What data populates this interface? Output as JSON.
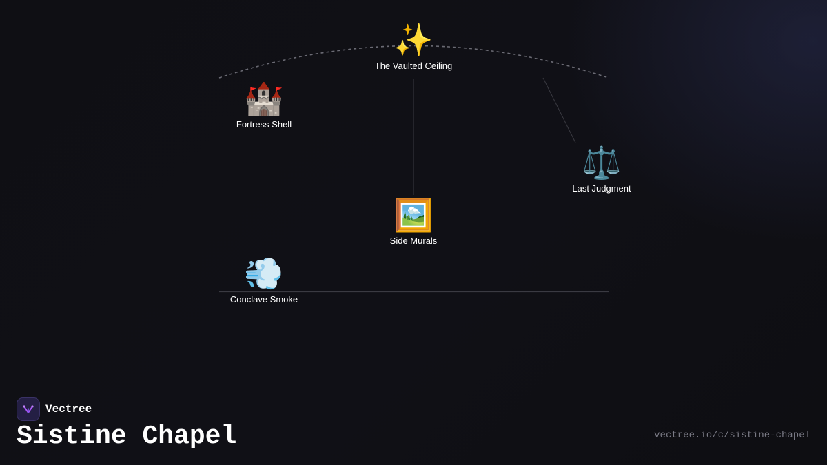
{
  "brand": {
    "name": "Vectree",
    "logo_icon": "vectree-logo-icon"
  },
  "title": "Sistine Chapel",
  "url": "vectree.io/c/sistine-chapel",
  "colors": {
    "background": "#0f0f14",
    "text": "#ffffff",
    "muted": "#7a7a85",
    "line": "#555560",
    "logo_accent": "#a855f7"
  },
  "nodes": [
    {
      "id": "vaulted-ceiling",
      "label": "The Vaulted Ceiling",
      "emoji": "✨",
      "icon": "sparkles-icon"
    },
    {
      "id": "fortress-shell",
      "label": "Fortress Shell",
      "emoji": "🏰",
      "icon": "castle-icon"
    },
    {
      "id": "last-judgment",
      "label": "Last Judgment",
      "emoji": "⚖️",
      "icon": "scales-icon"
    },
    {
      "id": "side-murals",
      "label": "Side Murals",
      "emoji": "🖼️",
      "icon": "framed-picture-icon"
    },
    {
      "id": "conclave-smoke",
      "label": "Conclave Smoke",
      "emoji": "💨",
      "icon": "smoke-icon"
    }
  ]
}
